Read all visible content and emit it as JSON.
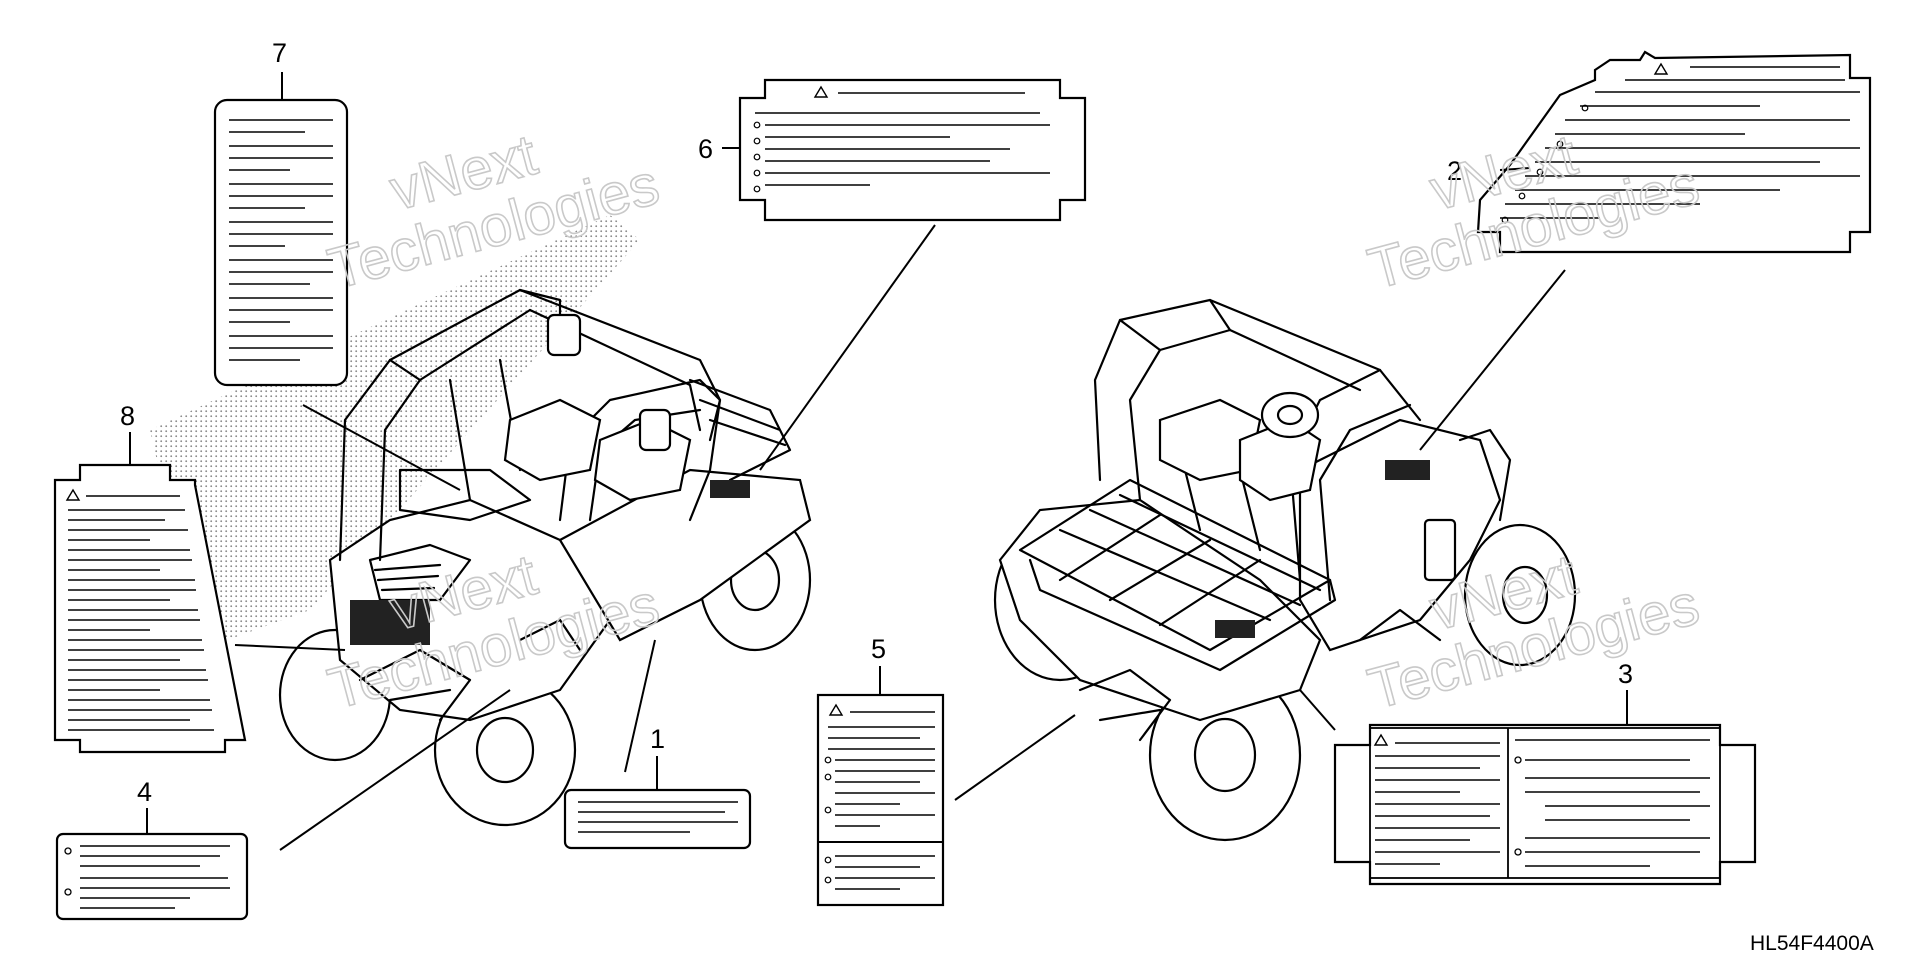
{
  "diagram": {
    "callouts": [
      "1",
      "2",
      "3",
      "4",
      "5",
      "6",
      "7",
      "8"
    ],
    "part_code": "HL54F4400A",
    "watermark": {
      "line1": "vNext",
      "line2": "Technologies"
    },
    "icons": [
      "warning-triangle-icon",
      "bullet-dot-icon"
    ]
  }
}
